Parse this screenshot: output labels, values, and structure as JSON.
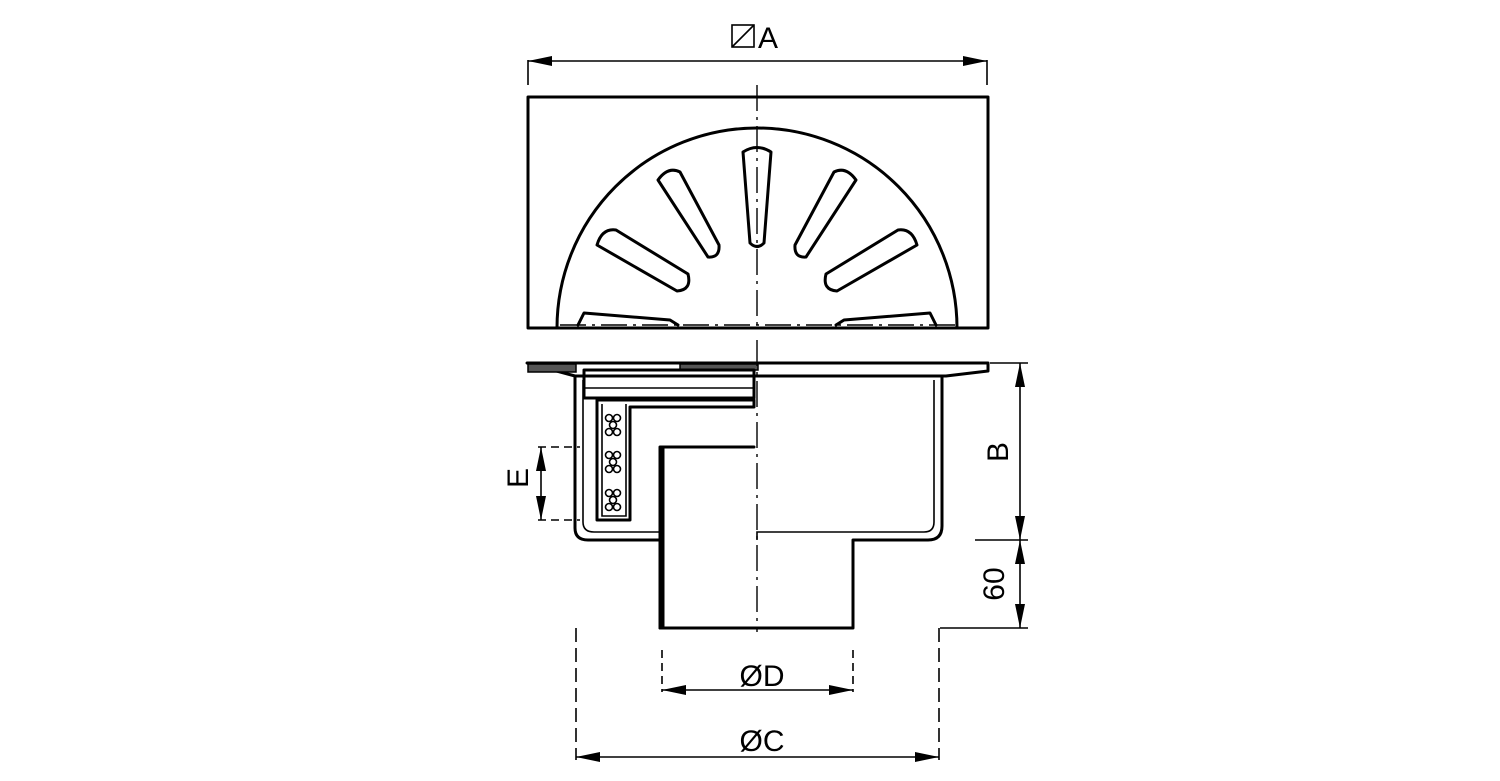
{
  "dimensions": {
    "A": "A",
    "B": "B",
    "C": "ØC",
    "D": "ØD",
    "E": "E",
    "sixty": "60"
  }
}
